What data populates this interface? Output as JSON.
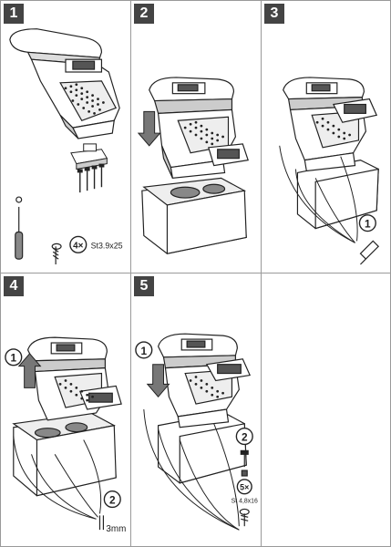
{
  "panels": [
    {
      "number": "1"
    },
    {
      "number": "2"
    },
    {
      "number": "3"
    },
    {
      "number": "4"
    },
    {
      "number": "5"
    }
  ],
  "step1": {
    "qty": "4×",
    "screw_spec": "St3.9x25"
  },
  "step3": {
    "callout": "1"
  },
  "step4": {
    "callout_1": "1",
    "callout_2": "2",
    "drill_size": "3mm"
  },
  "step5": {
    "callout_1": "1",
    "callout_2": "2",
    "qty": "5×",
    "screw_spec": "St 4,8x16"
  },
  "colors": {
    "badge": "#444444",
    "line": "#222222",
    "frame": "#9a9a9a"
  }
}
